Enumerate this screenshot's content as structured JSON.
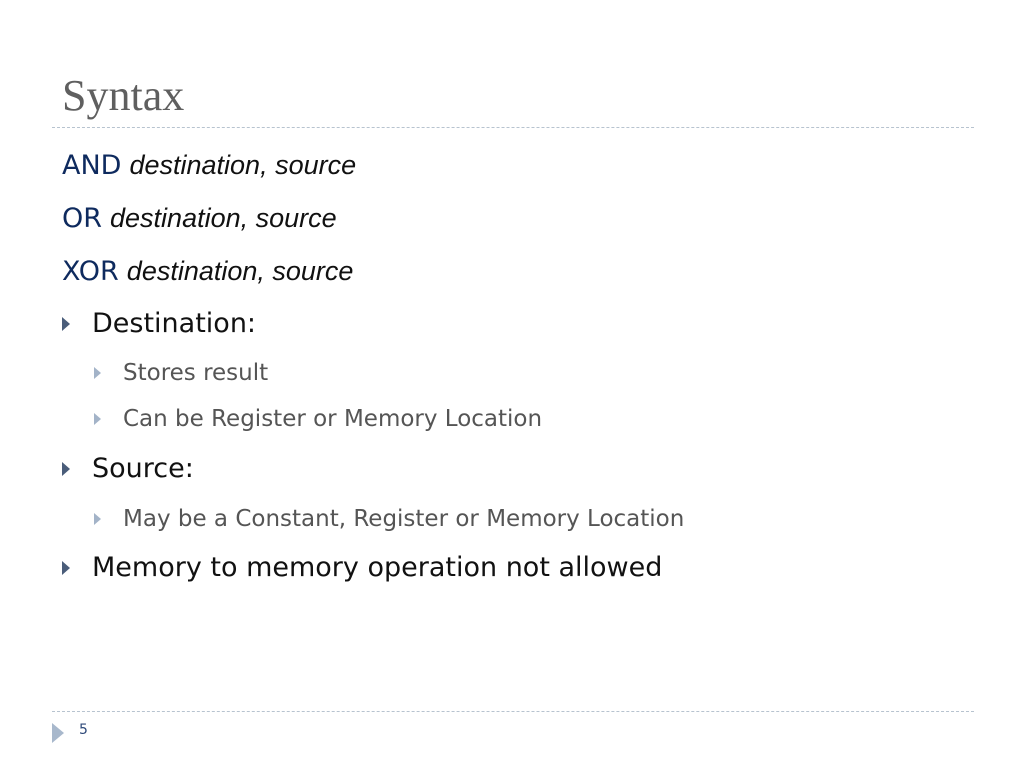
{
  "slide": {
    "title": "Syntax",
    "page_number": "5"
  },
  "syntax_lines": [
    {
      "keyword": "AND",
      "operands": "destination, source"
    },
    {
      "keyword": "OR",
      "operands": "destination, source"
    },
    {
      "keyword": "XOR",
      "operands": "destination, source"
    }
  ],
  "bullets": [
    {
      "text": "Destination:",
      "level": 1
    },
    {
      "text": "Stores result",
      "level": 2
    },
    {
      "text": "Can be Register or Memory Location",
      "level": 2
    },
    {
      "text": "Source:",
      "level": 1
    },
    {
      "text": "May be a Constant, Register or Memory Location",
      "level": 2
    },
    {
      "text": "Memory to memory operation not allowed",
      "level": 1
    }
  ],
  "colors": {
    "title": "#5f5f5f",
    "keyword": "#0e2a5e",
    "level1_text": "#111111",
    "level2_text": "#555555",
    "rule": "#b7c3cf",
    "level1_bullet": "#4a5d7a",
    "level2_bullet": "#a3b3c8"
  },
  "icons": {
    "bullet": "triangle-right-icon",
    "footer": "triangle-right-icon"
  }
}
